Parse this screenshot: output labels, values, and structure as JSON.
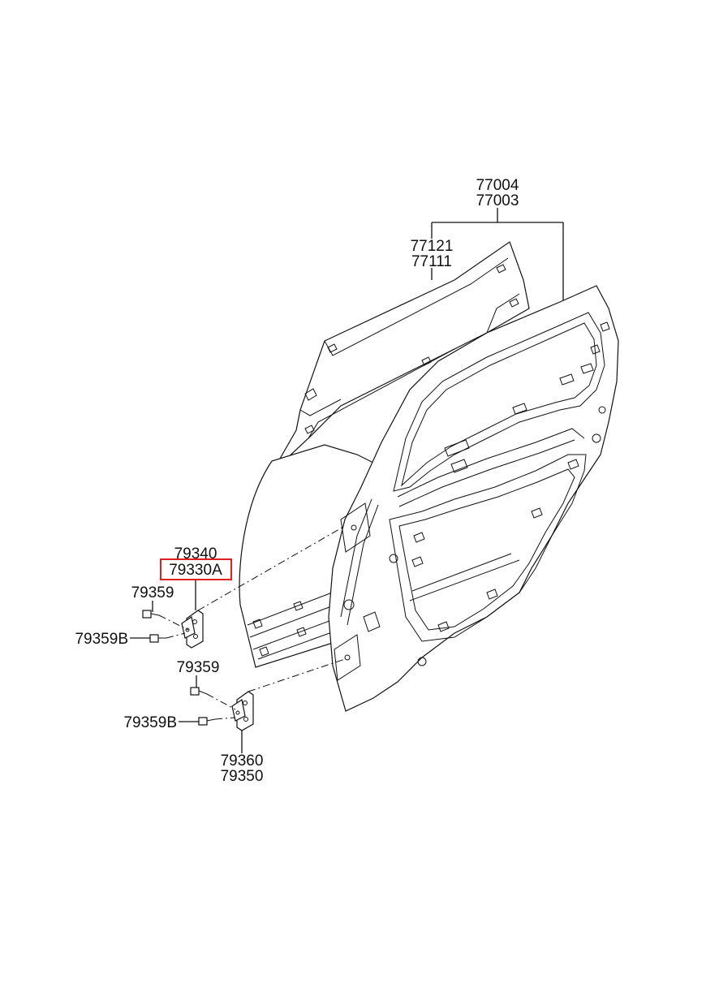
{
  "labels": {
    "door_assembly": [
      "77004",
      "77003"
    ],
    "outer_panel": [
      "77121",
      "77111"
    ],
    "upper_hinge": [
      "79340",
      "79330A"
    ],
    "upper_bolt": "79359",
    "upper_bolt_b": "79359B",
    "lower_bolt": "79359",
    "lower_bolt_b": "79359B",
    "lower_hinge": [
      "79360",
      "79350"
    ]
  },
  "highlight": {
    "part": "79330A",
    "color": "#e02020"
  }
}
